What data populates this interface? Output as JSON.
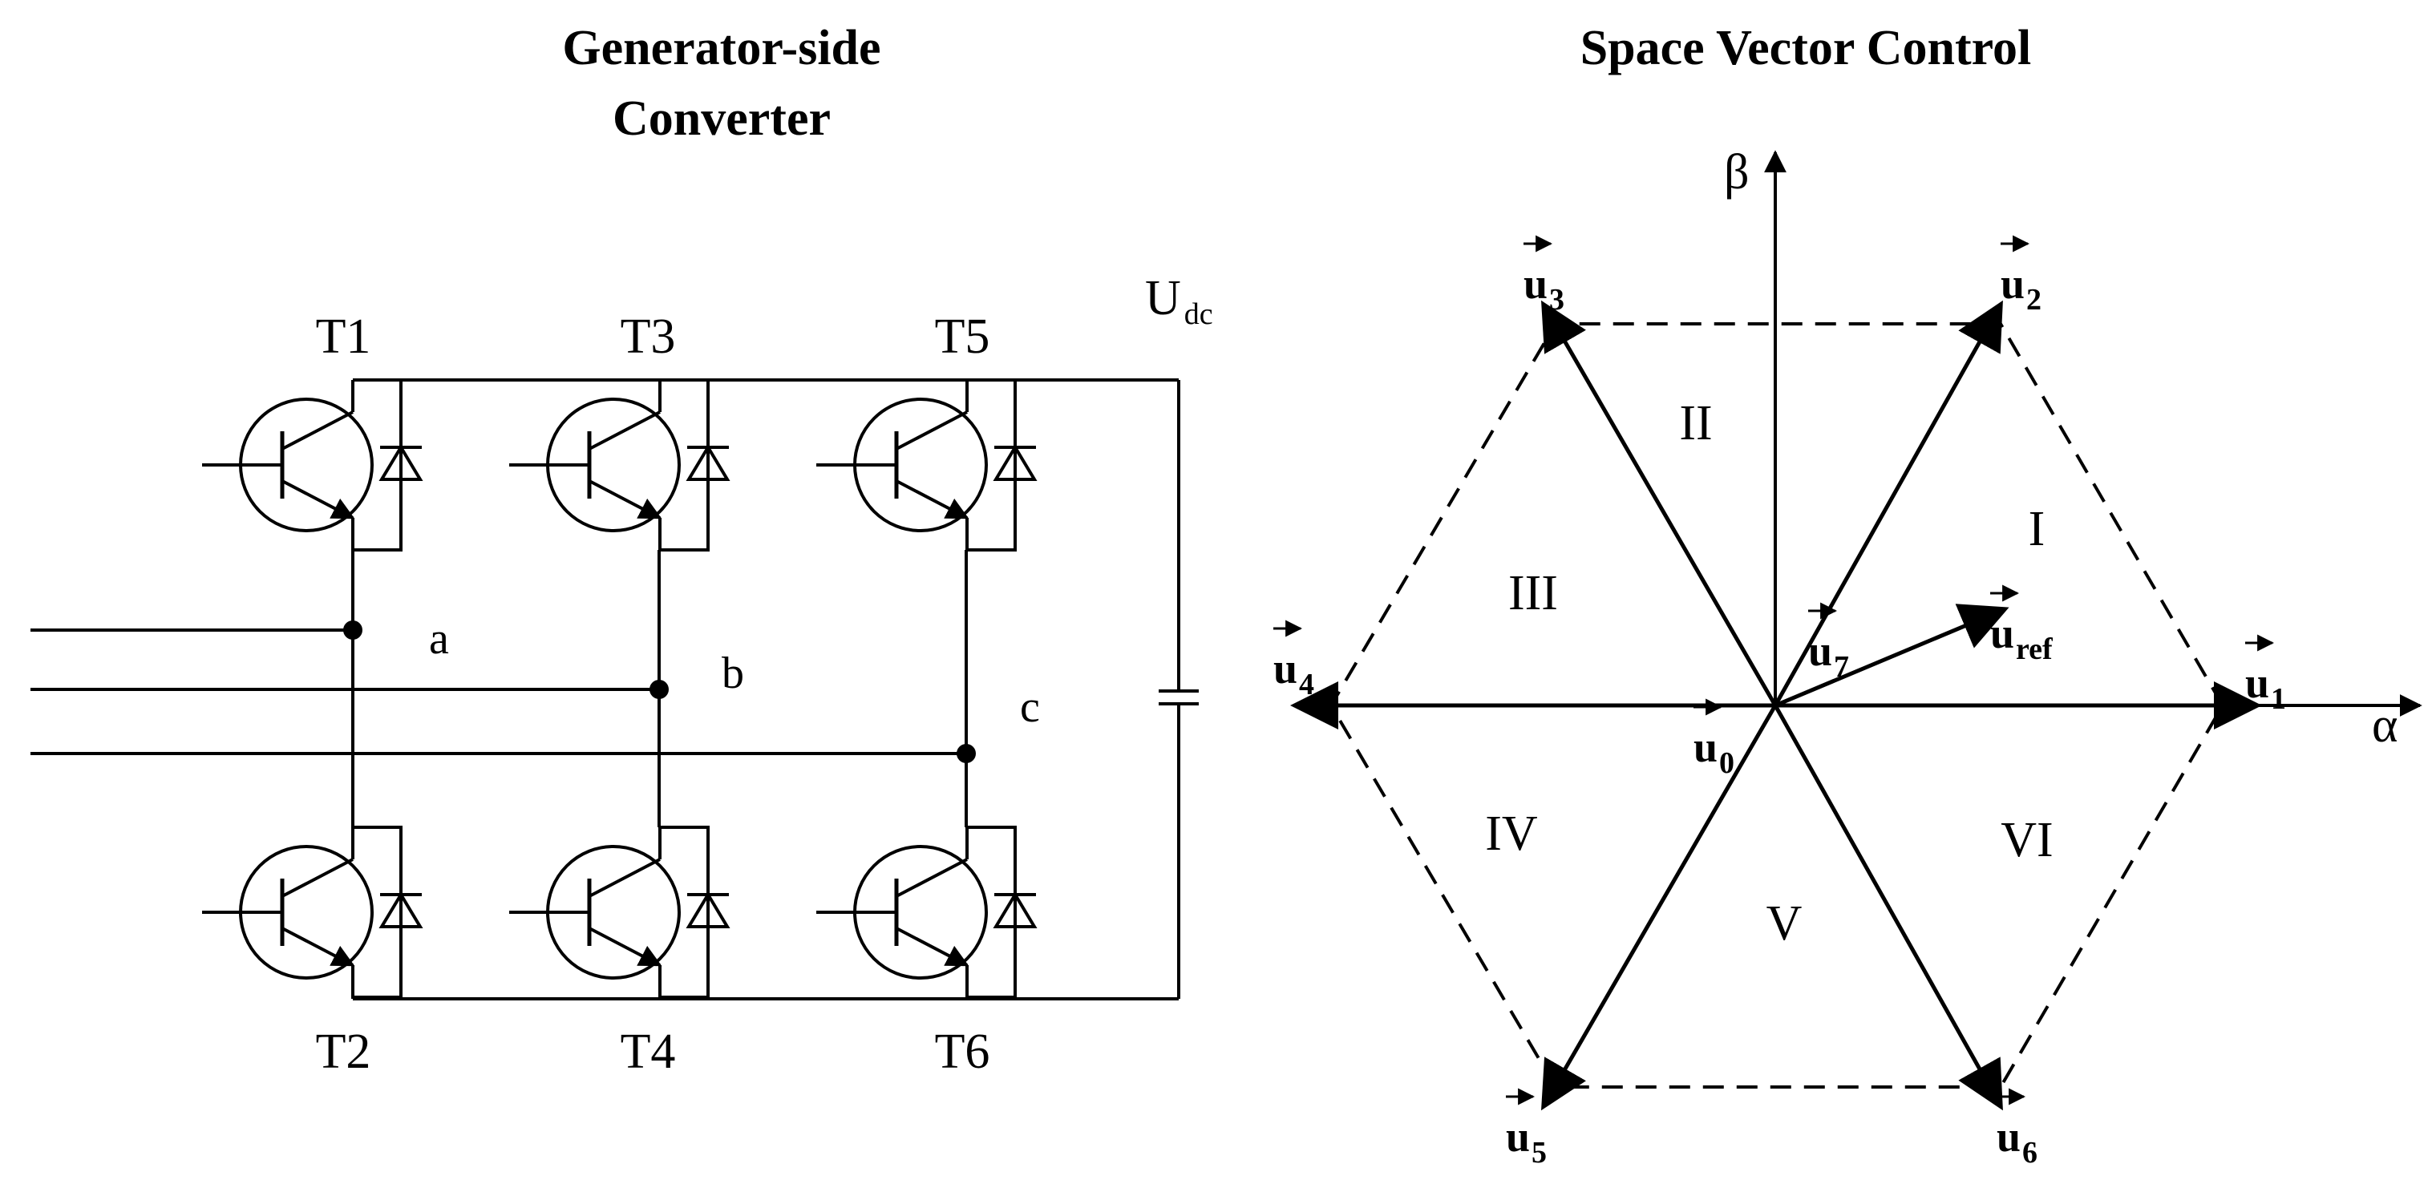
{
  "left_panel": {
    "title_line1": "Generator-side",
    "title_line2": "Converter",
    "switch_labels": [
      "T1",
      "T3",
      "T5",
      "T2",
      "T4",
      "T6"
    ],
    "node_labels": [
      "a",
      "b",
      "c"
    ],
    "dc_label_main": "U",
    "dc_label_sub": "dc"
  },
  "right_panel": {
    "title": "Space Vector Control",
    "beta_axis_label": "β",
    "alpha_axis_label": "α",
    "sectors": [
      "I",
      "II",
      "III",
      "IV",
      "V",
      "VI"
    ],
    "vectors": [
      {
        "base": "u",
        "sub": "1"
      },
      {
        "base": "u",
        "sub": "2"
      },
      {
        "base": "u",
        "sub": "3"
      },
      {
        "base": "u",
        "sub": "4"
      },
      {
        "base": "u",
        "sub": "5"
      },
      {
        "base": "u",
        "sub": "6"
      },
      {
        "base": "u",
        "sub": "0"
      },
      {
        "base": "u",
        "sub": "7"
      },
      {
        "base": "u",
        "sub": "ref"
      }
    ]
  }
}
